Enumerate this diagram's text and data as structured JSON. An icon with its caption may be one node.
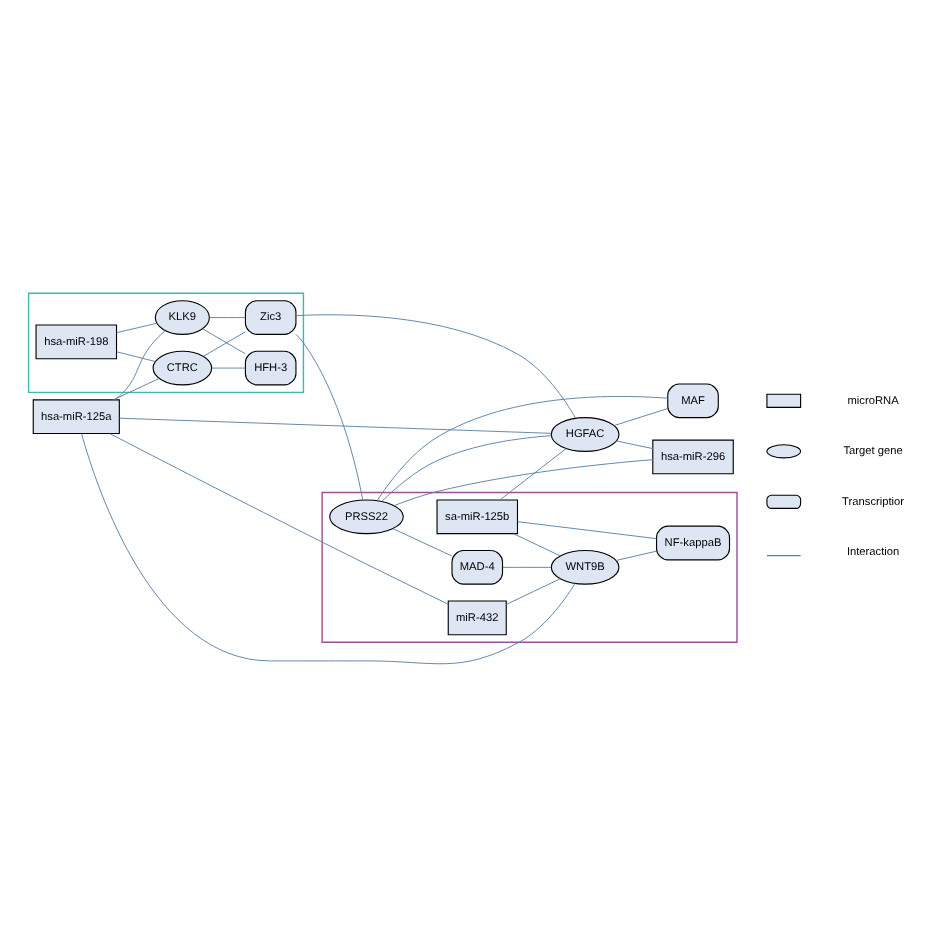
{
  "diagram": {
    "nodes": [
      {
        "text": [],
        "shape": "box"
      },
      {
        "text": [
          "hsa-miR-198"
        ],
        "in": 0
      },
      {
        "text": [
          "CTRC"
        ],
        "in": 0
      },
      {
        "text": [
          "HFH-3"
        ],
        "in": 0
      },
      {
        "text": [
          "KLK9"
        ],
        "in": 0
      },
      {
        "text": [
          "Zic3"
        ],
        "in": 0
      },
      {
        "text": [],
        "shape": "box"
      },
      {
        "text": [
          "hsa-miR-125a"
        ]
      },
      {
        "text": [
          "sa-miR-125b"
        ],
        "in": 6
      },
      {
        "text": [
          "HGFAC"
        ]
      },
      {
        "text": [
          "MAF"
        ]
      },
      {
        "text": [
          "PRSS22"
        ],
        "in": 6
      },
      {
        "text": [
          "hsa-miR-296"
        ]
      },
      {
        "text": [
          "miR-432"
        ],
        "in": 6
      },
      {
        "text": [
          "WNT9B"
        ],
        "in": 6
      },
      {
        "text": [
          "MAD-4"
        ],
        "in": 6
      },
      {
        "text": [
          "NF-kappaB"
        ],
        "in": 6
      }
    ],
    "edges": [
      {
        "from": 1,
        "to": 2,
        "arrow": "none"
      },
      {
        "from": 1,
        "to": 4,
        "arrow": "none"
      },
      {
        "from": 2,
        "to": 3,
        "arrow": "none"
      },
      {
        "from": 2,
        "to": 5,
        "arrow": "none"
      },
      {
        "from": 4,
        "to": 3,
        "arrow": "none"
      },
      {
        "from": 4,
        "to": 5,
        "arrow": "none"
      },
      {
        "from": 7,
        "to": 2,
        "arrow": "none"
      },
      {
        "from": 7,
        "to": 4,
        "arrow": "none"
      },
      {
        "from": 7,
        "to": 9,
        "arrow": "none"
      },
      {
        "from": 7,
        "to": 14,
        "arrow": "none"
      },
      {
        "from": 7,
        "to": 13,
        "arrow": "none"
      },
      {
        "from": 5,
        "to": 9,
        "arrow": "none"
      },
      {
        "from": 5,
        "to": 11,
        "arrow": "none"
      },
      {
        "from": 8,
        "to": 9,
        "arrow": "none"
      },
      {
        "from": 8,
        "to": 16,
        "arrow": "none"
      },
      {
        "from": 8,
        "to": 14,
        "arrow": "none"
      },
      {
        "from": 11,
        "to": 9,
        "arrow": "none"
      },
      {
        "from": 11,
        "to": 10,
        "arrow": "none"
      },
      {
        "from": 11,
        "to": 12,
        "arrow": "none"
      },
      {
        "from": 11,
        "to": 15,
        "arrow": "none"
      },
      {
        "from": 9,
        "to": 10,
        "arrow": "none"
      },
      {
        "from": 9,
        "to": 12,
        "arrow": "none"
      },
      {
        "from": 13,
        "to": 14,
        "arrow": "none"
      },
      {
        "from": 15,
        "to": 14,
        "arrow": "none"
      },
      {
        "from": 14,
        "to": 16,
        "arrow": "none"
      }
    ],
    "legend": [
      {
        "text": "microRNA"
      },
      {
        "text": "Target gene"
      },
      {
        "text": "Transcriptior"
      },
      {
        "text": "Interaction"
      }
    ]
  }
}
